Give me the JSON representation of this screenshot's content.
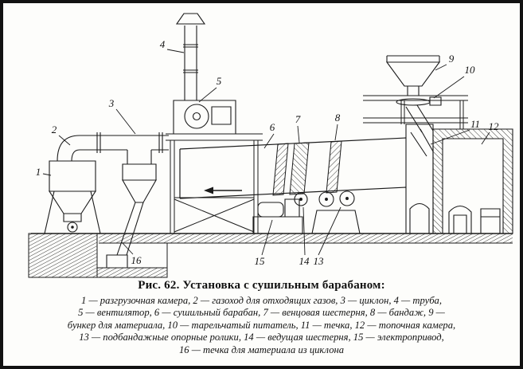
{
  "figure": {
    "type": "technical-drawing",
    "caption": "Рис. 62. Установка с сушильным барабаном:",
    "legend_lines": [
      "1 — разгрузочная камера, 2 — газоход для отходящих газов, 3 — циклон, 4 — труба,",
      "5 — вентилятор, 6 — сушильный барабан, 7 — венцовая шестерня, 8 — бандаж, 9 —",
      "бункер для материала, 10 — тарельчатый питатель, 11 — течка, 12 — топочная камера,",
      "13 — подбандажные опорные ролики, 14 — ведущая шестерня, 15 — электропривод,",
      "16 — течка для материала из циклона"
    ],
    "callouts": [
      "1",
      "2",
      "3",
      "4",
      "5",
      "6",
      "7",
      "8",
      "9",
      "10",
      "11",
      "12",
      "13",
      "14",
      "15",
      "16"
    ],
    "colors": {
      "ink": "#1b1b1b",
      "paper": "#fdfdfb"
    }
  }
}
